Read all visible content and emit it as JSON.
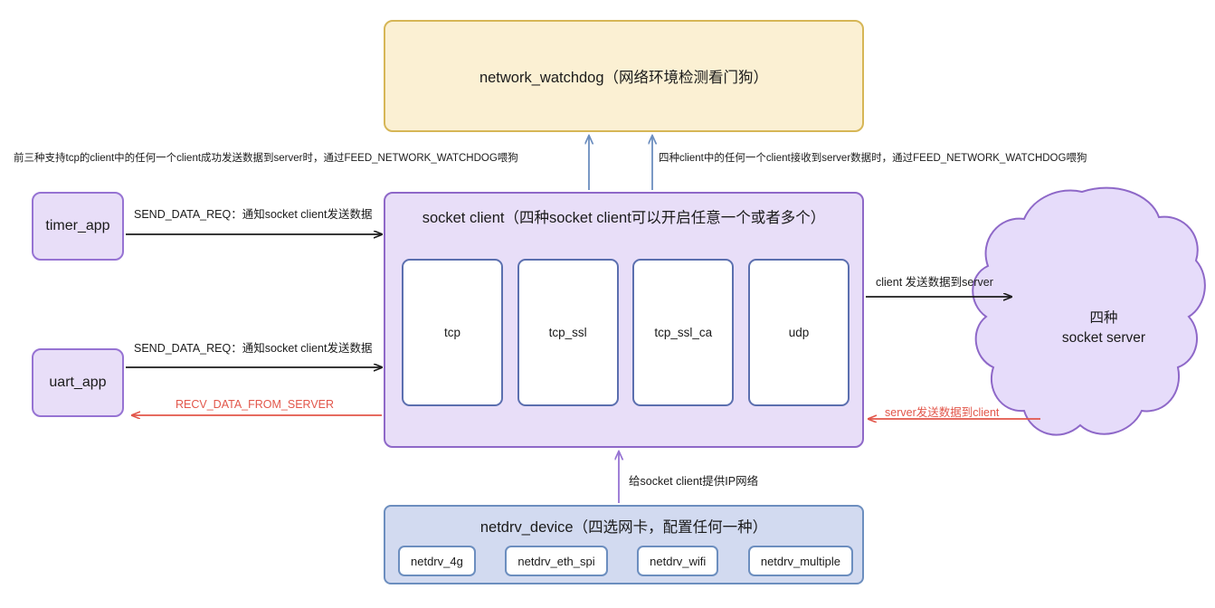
{
  "diagram": {
    "title": "socket client architecture",
    "colors": {
      "watchdog_fill": "#FBF0D3",
      "watchdog_border": "#D6B656",
      "client_fill": "#E8DEF8",
      "client_border": "#8E68C8",
      "proto_border": "#5B6FAF",
      "netdrv_fill": "#D2DAF0",
      "netdrv_border": "#6C8EBF",
      "cloud_fill": "#E6DCFA",
      "cloud_border": "#8E68C8",
      "arrow_black": "#1b1b1b",
      "arrow_red": "#E2564A",
      "arrow_blue": "#6C8EBF",
      "arrow_purple": "#9673D3"
    },
    "watchdog": {
      "label": "network_watchdog（网络环境检测看门狗）"
    },
    "socket_client": {
      "title": "socket client（四种socket client可以开启任意一个或者多个）",
      "protocols": [
        {
          "name": "tcp"
        },
        {
          "name": "tcp_ssl"
        },
        {
          "name": "tcp_ssl_ca"
        },
        {
          "name": "udp"
        }
      ]
    },
    "apps": [
      {
        "id": "timer_app",
        "label": "timer_app"
      },
      {
        "id": "uart_app",
        "label": "uart_app"
      }
    ],
    "netdrv_device": {
      "title": "netdrv_device（四选网卡，配置任何一种）",
      "drivers": [
        {
          "name": "netdrv_4g"
        },
        {
          "name": "netdrv_eth_spi"
        },
        {
          "name": "netdrv_wifi"
        },
        {
          "name": "netdrv_multiple"
        }
      ]
    },
    "socket_server": {
      "line1": "四种",
      "line2": "socket server"
    },
    "edges": {
      "feed_left": "前三种支持tcp的client中的任何一个client成功发送数据到server时，通过FEED_NETWORK_WATCHDOG喂狗",
      "feed_right": "四种client中的任何一个client接收到server数据时，通过FEED_NETWORK_WATCHDOG喂狗",
      "timer_send": "SEND_DATA_REQ：通知socket client发送数据",
      "uart_send": "SEND_DATA_REQ：通知socket client发送数据",
      "recv_from_server": "RECV_DATA_FROM_SERVER",
      "client_to_server": "client 发送数据到server",
      "server_to_client": "server发送数据到client",
      "netdrv_to_client": "给socket client提供IP网络"
    }
  }
}
